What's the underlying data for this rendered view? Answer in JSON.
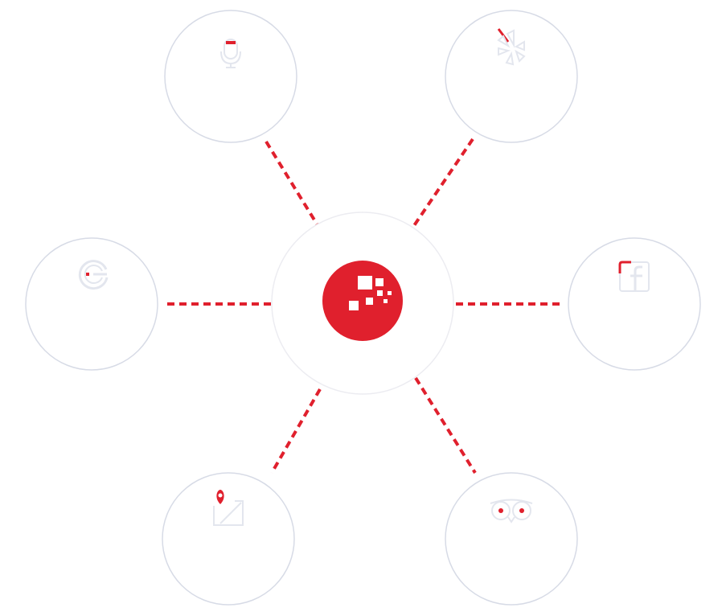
{
  "colors": {
    "accent": "#e0202d",
    "circle_stroke": "#d7dbe6",
    "icon_stroke": "#e3e6ee",
    "background": "#ffffff"
  },
  "hub": {
    "icon": "tile-squares-logo-icon"
  },
  "spokes": [
    {
      "name": "voice-search",
      "icon": "microphone-icon"
    },
    {
      "name": "yelp",
      "icon": "yelp-burst-icon"
    },
    {
      "name": "google",
      "icon": "google-g-icon"
    },
    {
      "name": "facebook",
      "icon": "facebook-f-icon"
    },
    {
      "name": "maps",
      "icon": "map-pin-icon"
    },
    {
      "name": "tripadvisor",
      "icon": "tripadvisor-owl-icon"
    }
  ]
}
